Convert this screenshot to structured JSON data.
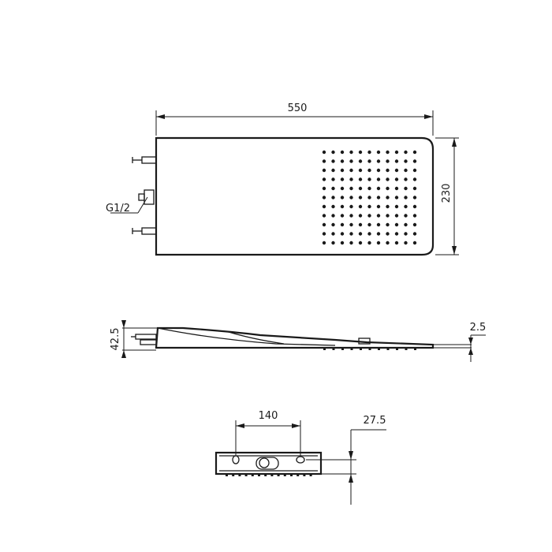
{
  "dimensions": {
    "width_label": "550",
    "height_label": "230",
    "thread_label": "G1/2",
    "side_height_label": "42.5",
    "plate_thickness_label": "2.5",
    "inlet_spacing_label": "140",
    "inlet_depth_label": "27.5"
  },
  "nozzle_grid": {
    "rows": 11,
    "cols": 11
  },
  "colors": {
    "line": "#1a1a1a",
    "background": "#ffffff"
  }
}
